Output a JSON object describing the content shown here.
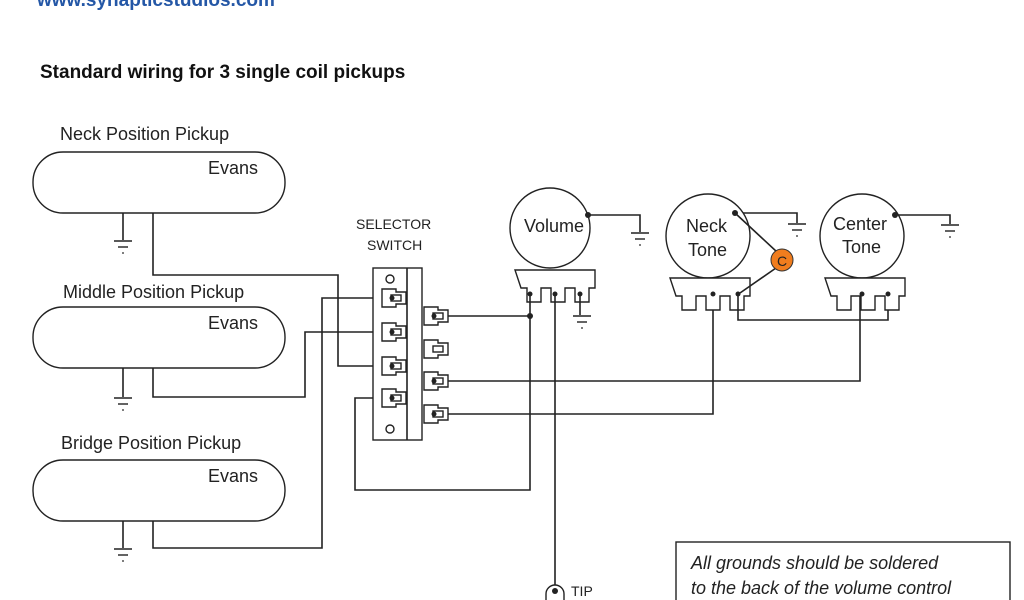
{
  "header": {
    "url": "www.synapticstudios.com",
    "title": "Standard wiring for 3 single coil pickups"
  },
  "pickups": [
    {
      "label": "Neck Position Pickup",
      "brand": "Evans"
    },
    {
      "label": "Middle Position Pickup",
      "brand": "Evans"
    },
    {
      "label": "Bridge Position Pickup",
      "brand": "Evans"
    }
  ],
  "selector": {
    "line1": "SELECTOR",
    "line2": "SWITCH"
  },
  "pots": {
    "volume": {
      "line1": "Volume"
    },
    "neck_tone": {
      "line1": "Neck",
      "line2": "Tone"
    },
    "center_tone": {
      "line1": "Center",
      "line2": "Tone"
    }
  },
  "capacitor": {
    "label": "C",
    "color": "#f07d1e"
  },
  "jack": {
    "label": "TIP"
  },
  "note": {
    "line1": "All grounds should be soldered",
    "line2": "to the back of the volume control"
  },
  "colors": {
    "url": "#2457a6",
    "wire": "#222222"
  }
}
